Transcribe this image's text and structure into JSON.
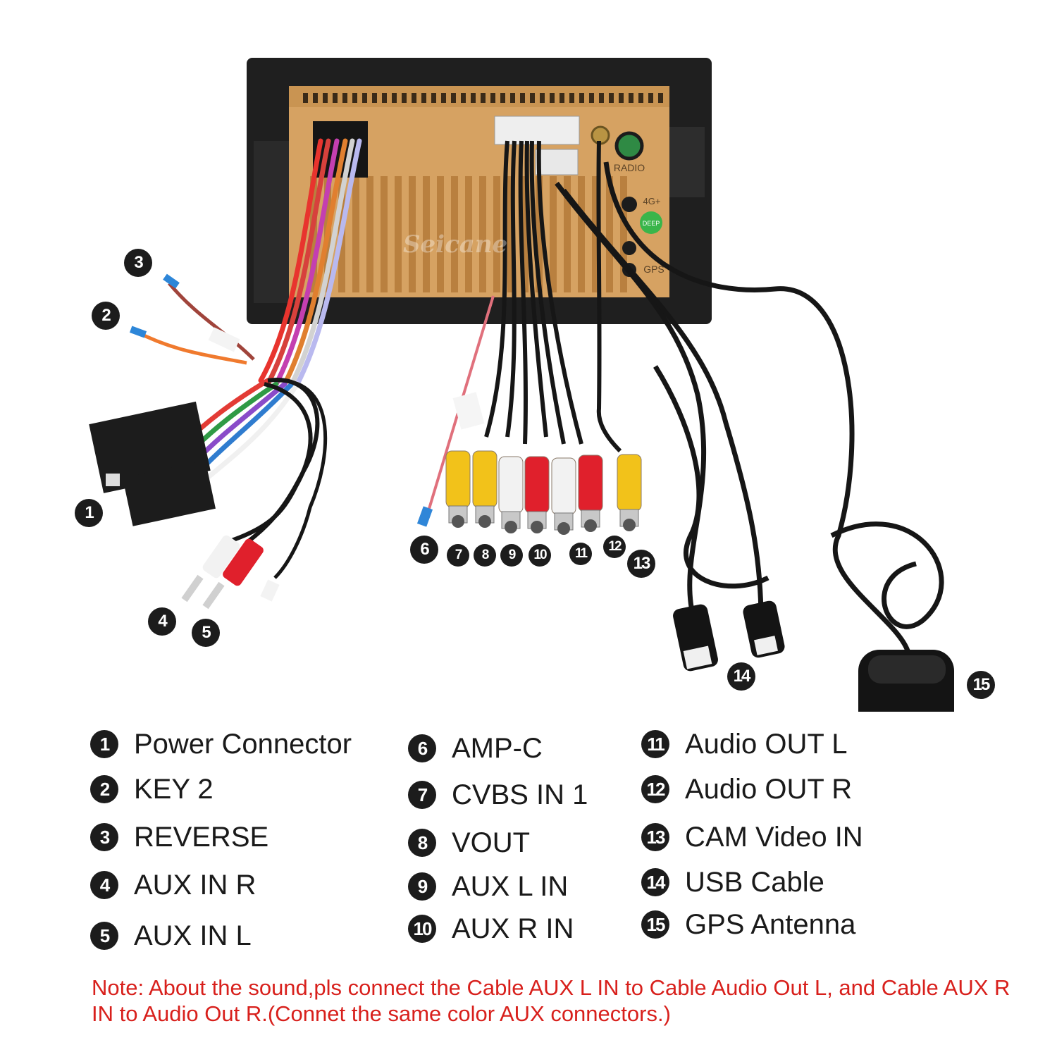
{
  "diagram": {
    "watermark": "Seicane",
    "panel_labels": {
      "radio": "RADIO",
      "lte": "4G+",
      "gps": "GPS",
      "sim": "DEEP"
    },
    "callouts": [
      "1",
      "2",
      "3",
      "4",
      "5",
      "6",
      "7",
      "8",
      "9",
      "10",
      "11",
      "12",
      "13",
      "14",
      "15"
    ],
    "colors": {
      "cable_black": "#161616",
      "rca_red": "#e0202c",
      "rca_white": "#f2f2f2",
      "rca_yellow": "#f2c21a",
      "heatsink": "#d8a464",
      "frame": "#222222",
      "note": "#d8201c"
    }
  },
  "legend": [
    [
      {
        "num": "1",
        "label": "Power Connector"
      },
      {
        "num": "2",
        "label": "KEY 2"
      },
      {
        "num": "3",
        "label": "REVERSE"
      },
      {
        "num": "4",
        "label": "AUX IN R"
      },
      {
        "num": "5",
        "label": "AUX IN L"
      }
    ],
    [
      {
        "num": "6",
        "label": "AMP-C"
      },
      {
        "num": "7",
        "label": "CVBS IN 1"
      },
      {
        "num": "8",
        "label": "VOUT"
      },
      {
        "num": "9",
        "label": "AUX L IN"
      },
      {
        "num": "10",
        "label": "AUX R IN"
      }
    ],
    [
      {
        "num": "11",
        "label": "Audio OUT L"
      },
      {
        "num": "12",
        "label": "Audio OUT R"
      },
      {
        "num": "13",
        "label": "CAM Video IN"
      },
      {
        "num": "14",
        "label": "USB Cable"
      },
      {
        "num": "15",
        "label": "GPS Antenna"
      }
    ]
  ],
  "note": "Note: About the sound,pls connect the Cable AUX L IN to Cable Audio Out L, and Cable AUX R IN to Audio Out R.(Connet the same color AUX connectors.)"
}
